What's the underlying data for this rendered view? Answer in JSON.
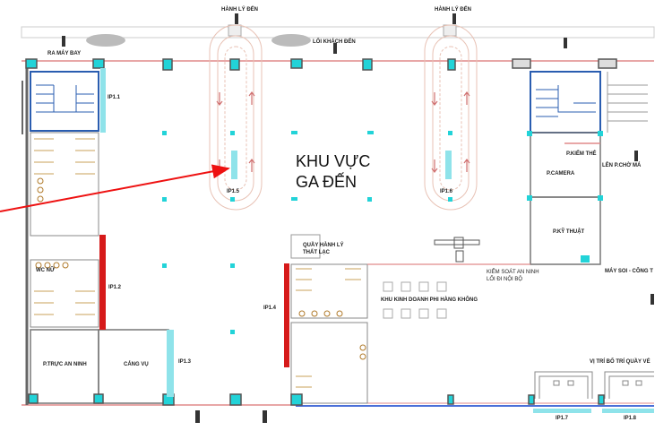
{
  "floor_plan": {
    "main_title_line1": "KHU VỰC",
    "main_title_line2": "GA ĐẾN",
    "labels": {
      "baggage_arrival_1": "HÀNH LÝ ĐẾN",
      "baggage_arrival_2": "HÀNH LÝ ĐẾN",
      "to_airplane": "RA MÁY BAY",
      "passenger_entry": "LỐI KHÁCH ĐẾN",
      "wc_female": "WC NỮ",
      "security_room": "P.TRỰC AN NINH",
      "port_authority": "CẢNG VỤ",
      "lost_baggage_line1": "QUẦY HÀNH LÝ",
      "lost_baggage_line2": "THẤT LẠC",
      "non_aviation": "KHU KINH DOANH PHI HÀNG KHÔNG",
      "security_check_line1": "KIỂM SOÁT AN NINH",
      "security_check_line2": "LỐI ĐI NỘI BỘ",
      "card_check": "P.KIỂM THẺ",
      "camera_room": "P.CAMERA",
      "technical_room": "P.KỸ THUẬT",
      "to_waiting_room": "LÊN P.CHỜ MÁ",
      "scanner": "MÁY SOI - CÔNG T",
      "ticket_counter": "VỊ TRÍ BỐ TRÍ QUẦY VÉ"
    },
    "ip_markers": [
      "IP1.1",
      "IP1.2",
      "IP1.3",
      "IP1.4",
      "IP1.5",
      "IP1.6",
      "IP1.7",
      "IP1.8"
    ],
    "colors": {
      "wall": "#666666",
      "partition": "#e08a8a",
      "column": "#22d3d8",
      "stair": "#2a5db0",
      "highlight_red": "#d61a1a",
      "highlight_cyan": "#8fe3ea",
      "pointer_arrow": "#ee1111"
    }
  }
}
